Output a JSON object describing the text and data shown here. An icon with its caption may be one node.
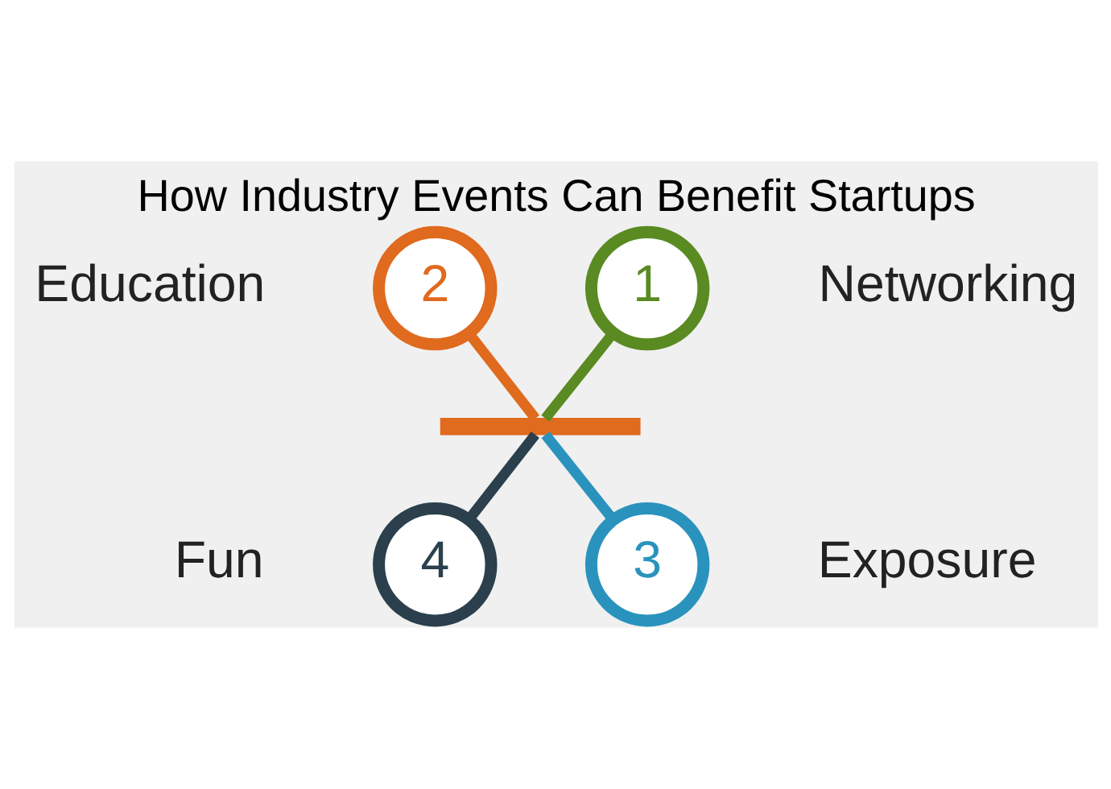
{
  "diagram": {
    "title": "How Industry Events Can Benefit Startups",
    "nodes": [
      {
        "text": [
          "1"
        ],
        "beside": [
          "Networking"
        ]
      },
      {
        "text": [
          "2"
        ],
        "beside": [
          "Education"
        ]
      },
      {
        "text": [
          "3"
        ],
        "beside": [
          "Exposure"
        ]
      },
      {
        "text": [
          "4"
        ],
        "beside": [
          "Fun"
        ]
      },
      {
        "text": [],
        "shape": "bar"
      }
    ],
    "edges": [
      {
        "from": 0,
        "to": 4,
        "arrow": "none",
        "color": "#5a8a22"
      },
      {
        "from": 1,
        "to": 4,
        "arrow": "none",
        "color": "#e06a1e"
      },
      {
        "from": 4,
        "to": 2,
        "arrow": "none",
        "color": "#2a93bd"
      },
      {
        "from": 4,
        "to": 3,
        "arrow": "none",
        "color": "#2b3f4c"
      }
    ]
  }
}
